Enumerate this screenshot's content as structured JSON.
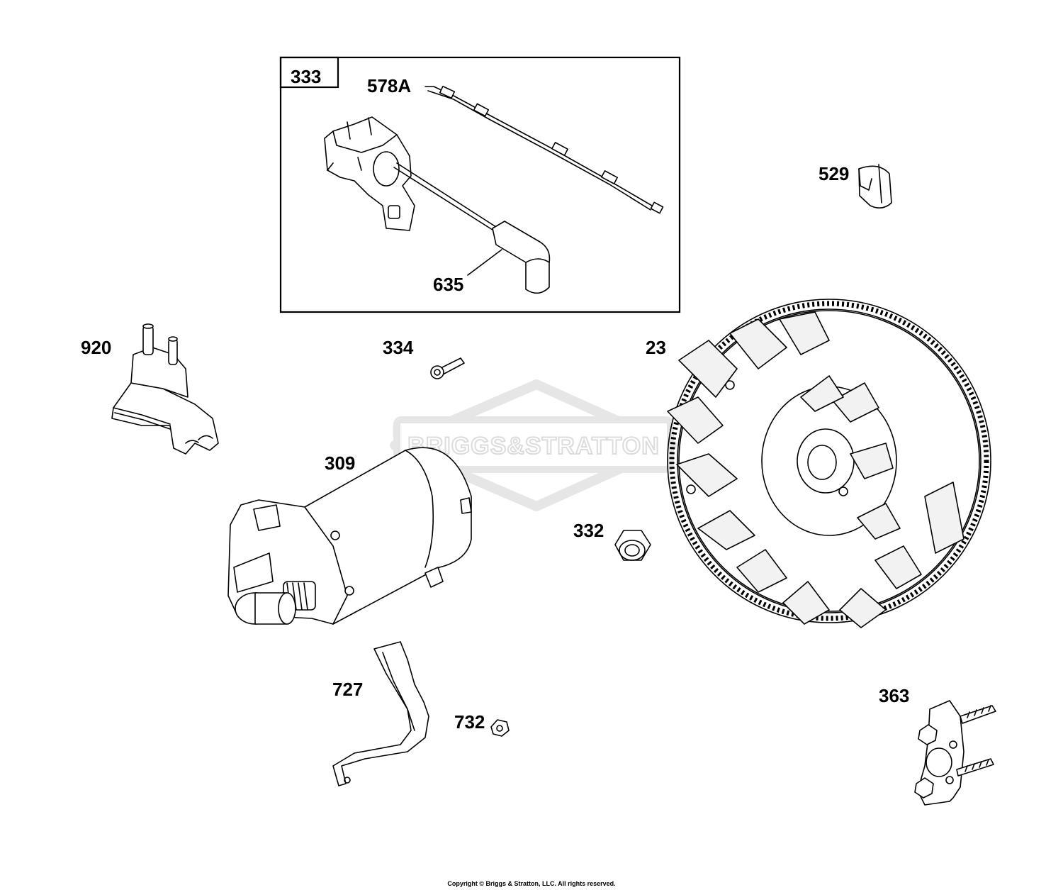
{
  "watermark_text": "BRIGGS&STRATTON",
  "copyright": "Copyright © Briggs & Stratton, LLC. All rights reserved.",
  "assembly_box": {
    "number": "333"
  },
  "parts": [
    {
      "number": "578A",
      "name": "ground-wire"
    },
    {
      "number": "635",
      "name": "spark-plug-boot"
    },
    {
      "number": "529",
      "name": "grommet"
    },
    {
      "number": "920",
      "name": "rectifier"
    },
    {
      "number": "334",
      "name": "screw"
    },
    {
      "number": "23",
      "name": "flywheel"
    },
    {
      "number": "309",
      "name": "starter-motor"
    },
    {
      "number": "332",
      "name": "flywheel-nut"
    },
    {
      "number": "727",
      "name": "starter-bracket"
    },
    {
      "number": "732",
      "name": "nut"
    },
    {
      "number": "363",
      "name": "bracket-with-bolts"
    }
  ]
}
